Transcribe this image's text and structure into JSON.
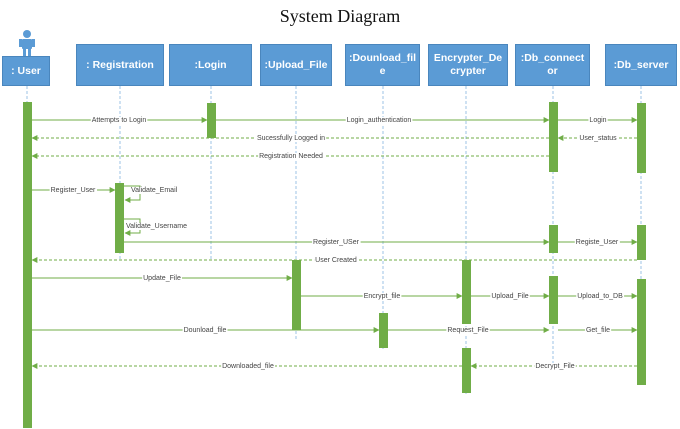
{
  "title": "System Diagram",
  "actor": {
    "label": ": User",
    "icon": "person-icon"
  },
  "participants": [
    ": Registration",
    ":Login",
    ":Upload_File",
    ":Dounload_fil e",
    "Encrypter_De crypter",
    ":Db_connect or",
    ":Db_server"
  ],
  "messages": [
    {
      "label": "Attempts to Login",
      "style": "solid"
    },
    {
      "label": "Login_authentication",
      "style": "solid"
    },
    {
      "label": "Login",
      "style": "solid"
    },
    {
      "label": "User_status",
      "style": "dashed"
    },
    {
      "label": "Sucessfully Logged in",
      "style": "dashed"
    },
    {
      "label": "Registration Needed",
      "style": "dashed"
    },
    {
      "label": "Register_User",
      "style": "solid"
    },
    {
      "label": "Validate_Email",
      "style": "solid"
    },
    {
      "label": "Validate_Username",
      "style": "solid"
    },
    {
      "label": "Register_USer",
      "style": "solid"
    },
    {
      "label": "Registe_User",
      "style": "solid"
    },
    {
      "label": "User Created",
      "style": "dashed"
    },
    {
      "label": "Update_File",
      "style": "solid"
    },
    {
      "label": "Encrypt_file",
      "style": "solid"
    },
    {
      "label": "Upload_File",
      "style": "solid"
    },
    {
      "label": "Upload_to_DB",
      "style": "solid"
    },
    {
      "label": "Dounload_file",
      "style": "solid"
    },
    {
      "label": "Request_File",
      "style": "solid"
    },
    {
      "label": "Get_file",
      "style": "solid"
    },
    {
      "label": "Decrypt_File",
      "style": "dashed"
    },
    {
      "label": "Downloaded_file",
      "style": "dashed"
    }
  ],
  "colors": {
    "header_fill": "#5b9bd5",
    "header_text": "#ffffff",
    "activation": "#70ad47",
    "lifeline": "#9dc3e6",
    "arrow": "#70ad47",
    "actor_icon": "#5b9bd5"
  }
}
